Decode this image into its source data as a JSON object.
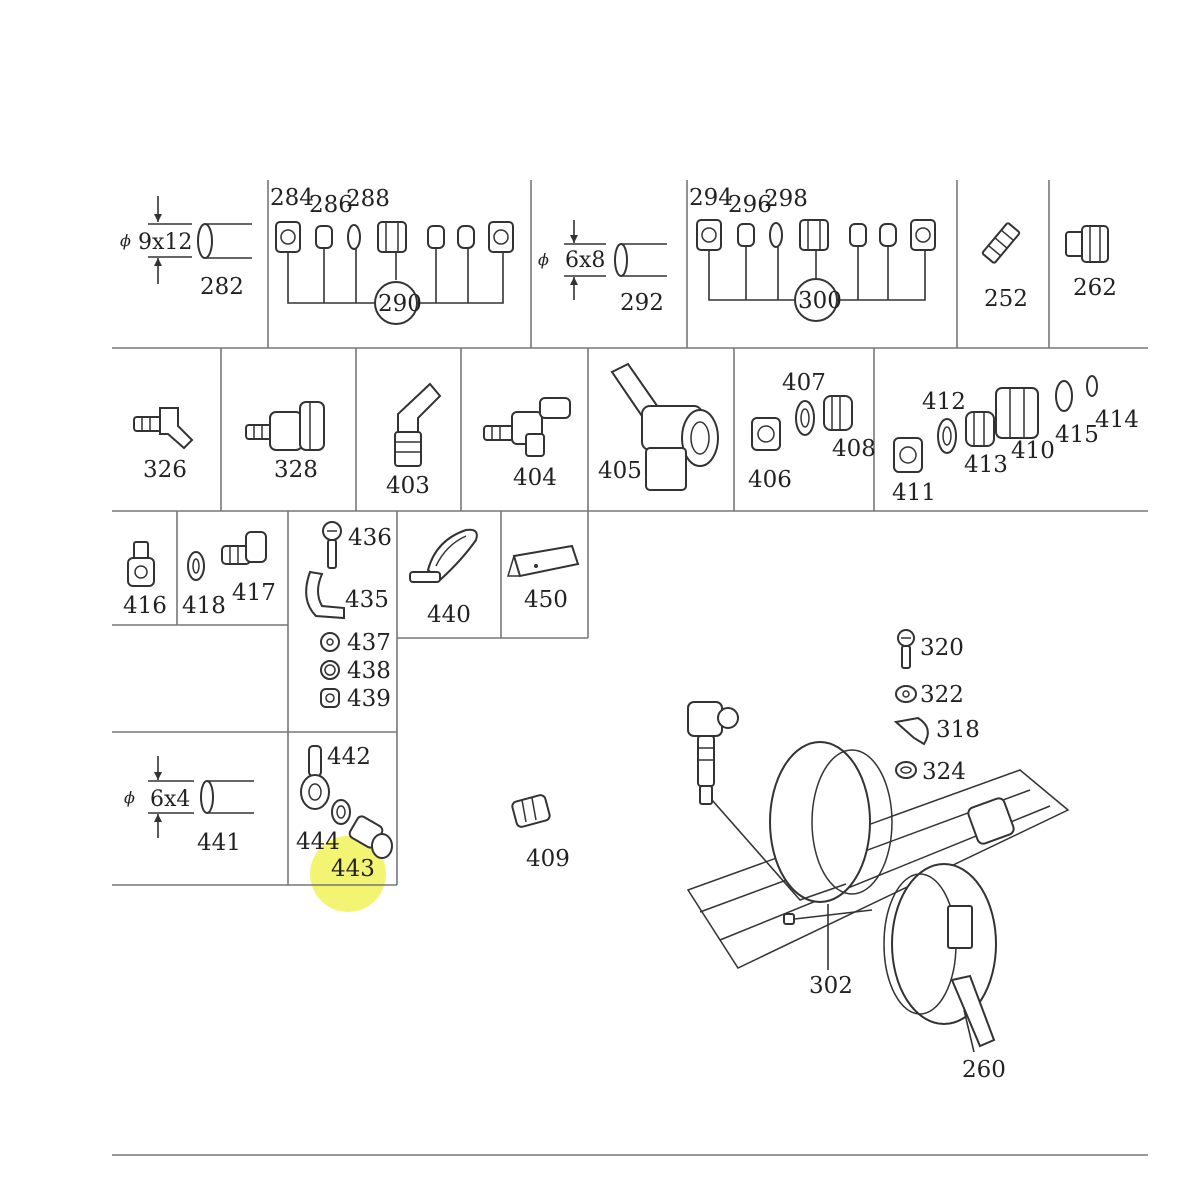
{
  "highlight_color": "#f2f25a",
  "dimensions": {
    "tube_282": "9x12",
    "tube_292": "6x8",
    "tube_441": "6x4",
    "phi_symbol": "ϕ"
  },
  "parts": {
    "p282": "282",
    "p284": "284",
    "p286": "286",
    "p288": "288",
    "p290": "290",
    "p292": "292",
    "p294": "294",
    "p296": "296",
    "p298": "298",
    "p300": "300",
    "p252": "252",
    "p262": "262",
    "p326": "326",
    "p328": "328",
    "p403": "403",
    "p404": "404",
    "p405": "405",
    "p406": "406",
    "p407": "407",
    "p408": "408",
    "p411": "411",
    "p412": "412",
    "p413": "413",
    "p410": "410",
    "p415": "415",
    "p414": "414",
    "p416": "416",
    "p418": "418",
    "p417": "417",
    "p436": "436",
    "p435": "435",
    "p437": "437",
    "p438": "438",
    "p439": "439",
    "p440": "440",
    "p450": "450",
    "p441": "441",
    "p442": "442",
    "p444": "444",
    "p443": "443",
    "p320": "320",
    "p322": "322",
    "p318": "318",
    "p324": "324",
    "p409": "409",
    "p302": "302",
    "p260": "260"
  }
}
